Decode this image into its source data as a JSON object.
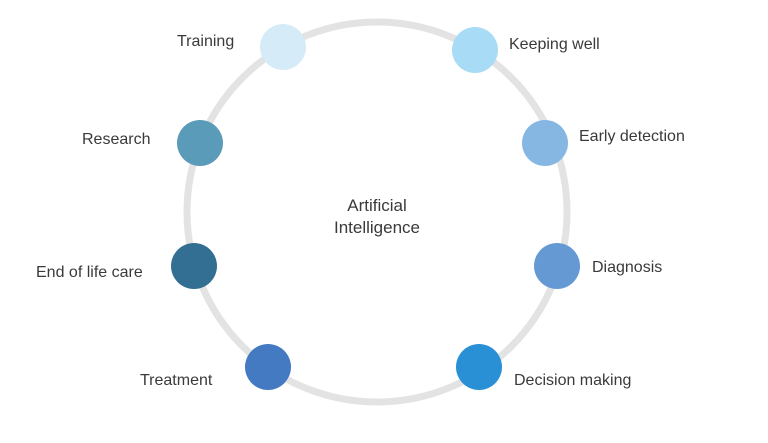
{
  "center": {
    "line1": "Artificial",
    "line2": "Intelligence"
  },
  "nodes": [
    {
      "label": "Training",
      "color": "#d6ebf8"
    },
    {
      "label": "Keeping well",
      "color": "#a8dcf6"
    },
    {
      "label": "Early detection",
      "color": "#85b7e2"
    },
    {
      "label": "Diagnosis",
      "color": "#6499d4"
    },
    {
      "label": "Decision making",
      "color": "#2a90d6"
    },
    {
      "label": "Treatment",
      "color": "#437ac2"
    },
    {
      "label": "End of life care",
      "color": "#336f93"
    },
    {
      "label": "Research",
      "color": "#5a9bb9"
    }
  ],
  "ring_color": "#e3e3e3"
}
